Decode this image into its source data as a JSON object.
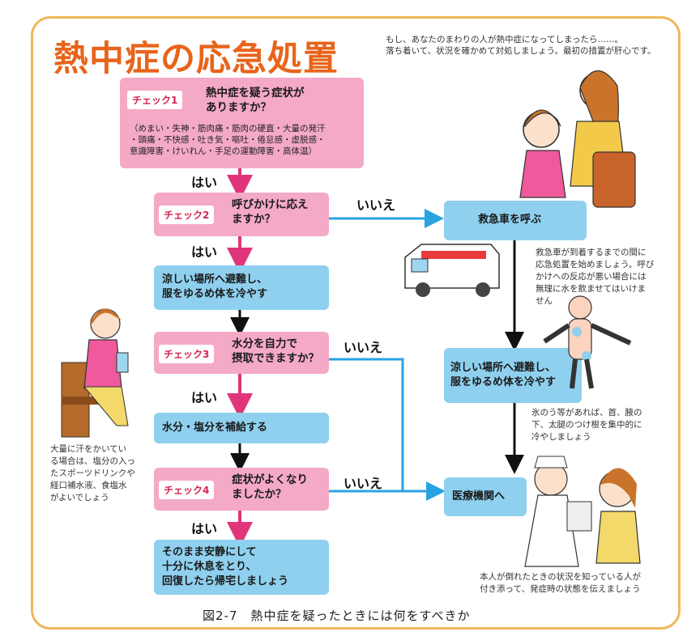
{
  "title": "熱中症の応急処置",
  "intro": [
    "もし、あなたのまわりの人が熱中症になってしまったら……。",
    "落ち着いて、状況を確かめて対処しましょう。最初の措置が肝心です。"
  ],
  "check1": {
    "badge": "チェック1",
    "question": [
      "熱中症を疑う症状が",
      "ありますか？"
    ],
    "symptoms": [
      "（めまい・失神・筋肉痛・筋肉の硬直・大量の発汗",
      "・頭痛・不快感・吐き気・嘔吐・倦怠感・虚脱感・",
      "意識障害・けいれん・手足の運動障害・高体温）"
    ]
  },
  "check2": {
    "badge": "チェック2",
    "question": [
      "呼びかけに応え",
      "ますか？"
    ]
  },
  "check3": {
    "badge": "チェック3",
    "question": [
      "水分を自力で",
      "摂取できますか？"
    ]
  },
  "check4": {
    "badge": "チェック4",
    "question": [
      "症状がよくなり",
      "ましたか？"
    ]
  },
  "actions": {
    "cool": [
      "涼しい場所へ避難し、",
      "服をゆるめ体を冷やす"
    ],
    "hydrate": "水分・塩分を補給する",
    "rest": [
      "そのまま安静にして",
      "十分に休息をとり、",
      "回復したら帰宅しましょう"
    ],
    "ambulance": "救急車を呼ぶ",
    "cool_right": [
      "涼しい場所へ避難し、",
      "服をゆるめ体を冷やす"
    ],
    "hospital": "医療機関へ"
  },
  "labels": {
    "yes": "はい",
    "no": "いいえ"
  },
  "notes": {
    "ambulance": [
      "救急車が到着するまでの間に",
      "応急処置を始めましょう。呼び",
      "かけへの反応が悪い場合には",
      "無理に水を飲ませてはいけま",
      "せん"
    ],
    "ice": [
      "氷のう等があれば、首、腋の",
      "下、太腿のつけ根を集中的に",
      "冷やしましょう"
    ],
    "sweat": [
      "大量に汗をかいてい",
      "る場合は、塩分の入っ",
      "たスポーツドリンクや",
      "経口補水液、食塩水",
      "がよいでしょう"
    ],
    "witness": [
      "本人が倒れたときの状況を知っている人が",
      "付き添って、発症時の状態を伝えましょう"
    ]
  },
  "caption": "図2-7　熱中症を疑ったときには何をすべきか",
  "colors": {
    "title": "#e8641a",
    "pink": "#f4a9c7",
    "blue": "#8fd0ef",
    "yes_arrow": "#e0357a",
    "no_arrow": "#29a3e0",
    "frame": "#f0b85a"
  }
}
